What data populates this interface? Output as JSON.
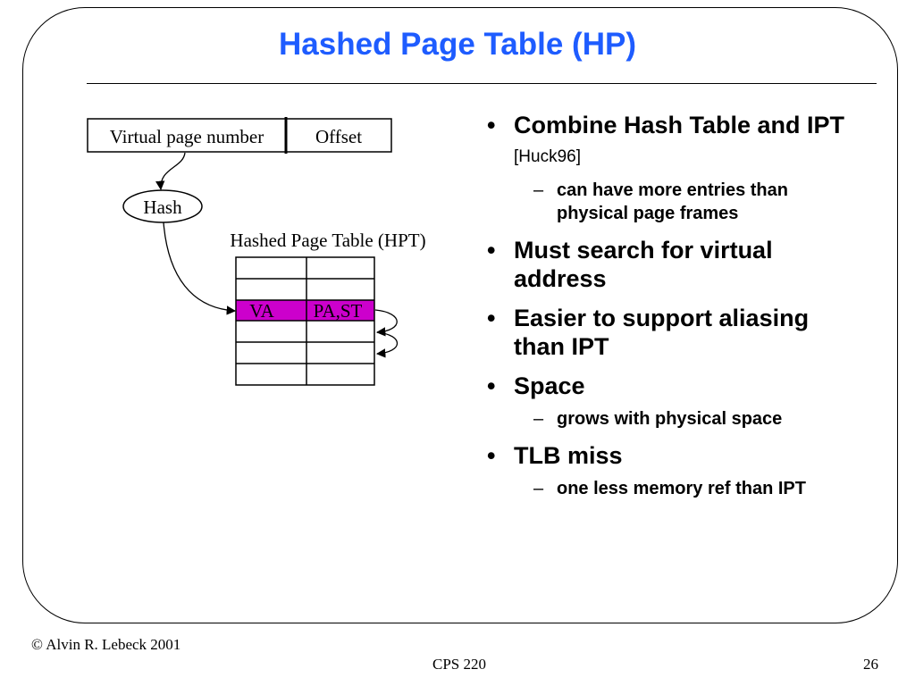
{
  "slide": {
    "title": "Hashed Page Table (HP)"
  },
  "diagram": {
    "address_fields": [
      "Virtual page number",
      "Offset"
    ],
    "hash_label": "Hash",
    "table_caption": "Hashed Page Table (HPT)",
    "highlight_row": [
      "VA",
      "PA,ST"
    ],
    "highlight_color": "#cc00cc"
  },
  "bullets": [
    {
      "text": "Combine Hash Table and IPT",
      "ref": "[Huck96]",
      "subs": [
        "can have more entries than physical page frames"
      ]
    },
    {
      "text": "Must search for virtual address",
      "subs": []
    },
    {
      "text": "Easier to support aliasing than IPT",
      "subs": []
    },
    {
      "text": "Space",
      "subs": [
        "grows with physical space"
      ]
    },
    {
      "text": "TLB miss",
      "subs": [
        "one less memory ref than IPT"
      ]
    }
  ],
  "bullet_glyph": "•",
  "sub_glyph": "–",
  "footer": {
    "copyright": "© Alvin R. Lebeck 2001",
    "course": "CPS 220",
    "page": "26"
  },
  "colors": {
    "title": "#1e5cff"
  }
}
